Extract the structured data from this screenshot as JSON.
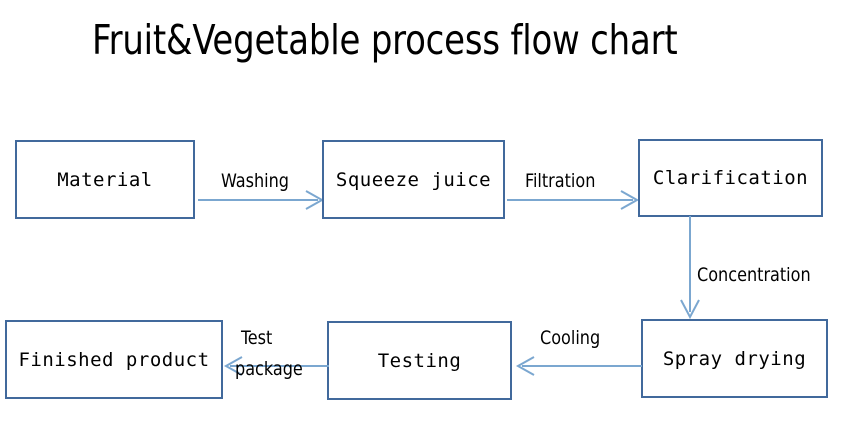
{
  "title": "Fruit&Vegetable process flow chart",
  "colors": {
    "box_border": "#41699c",
    "arrow": "#7ba7d0",
    "text": "#000000",
    "background": "#ffffff"
  },
  "chart_data": {
    "type": "diagram",
    "diagram_kind": "process-flow-chart",
    "title": "Fruit&Vegetable process flow chart",
    "nodes": [
      {
        "id": "material",
        "label": "Material",
        "row": 1,
        "col": 1
      },
      {
        "id": "squeeze-juice",
        "label": "Squeeze juice",
        "row": 1,
        "col": 2
      },
      {
        "id": "clarification",
        "label": "Clarification",
        "row": 1,
        "col": 3
      },
      {
        "id": "spray-drying",
        "label": "Spray drying",
        "row": 2,
        "col": 3
      },
      {
        "id": "testing",
        "label": "Testing",
        "row": 2,
        "col": 2
      },
      {
        "id": "finished",
        "label": "Finished product",
        "row": 2,
        "col": 1
      }
    ],
    "edges": [
      {
        "from": "material",
        "to": "squeeze-juice",
        "label": "Washing",
        "direction": "right"
      },
      {
        "from": "squeeze-juice",
        "to": "clarification",
        "label": "Filtration",
        "direction": "right"
      },
      {
        "from": "clarification",
        "to": "spray-drying",
        "label": "Concentration",
        "direction": "down"
      },
      {
        "from": "spray-drying",
        "to": "testing",
        "label": "Cooling",
        "direction": "left"
      },
      {
        "from": "testing",
        "to": "finished",
        "label": "Test package",
        "direction": "left"
      }
    ]
  },
  "nodes": {
    "material": "Material",
    "squeeze_juice": "Squeeze juice",
    "clarification": "Clarification",
    "spray_drying": "Spray drying",
    "testing": "Testing",
    "finished_product": "Finished product"
  },
  "edge_labels": {
    "washing": "Washing",
    "filtration": "Filtration",
    "concentration": "Concentration",
    "cooling": "Cooling",
    "test": "Test",
    "package": "package"
  }
}
